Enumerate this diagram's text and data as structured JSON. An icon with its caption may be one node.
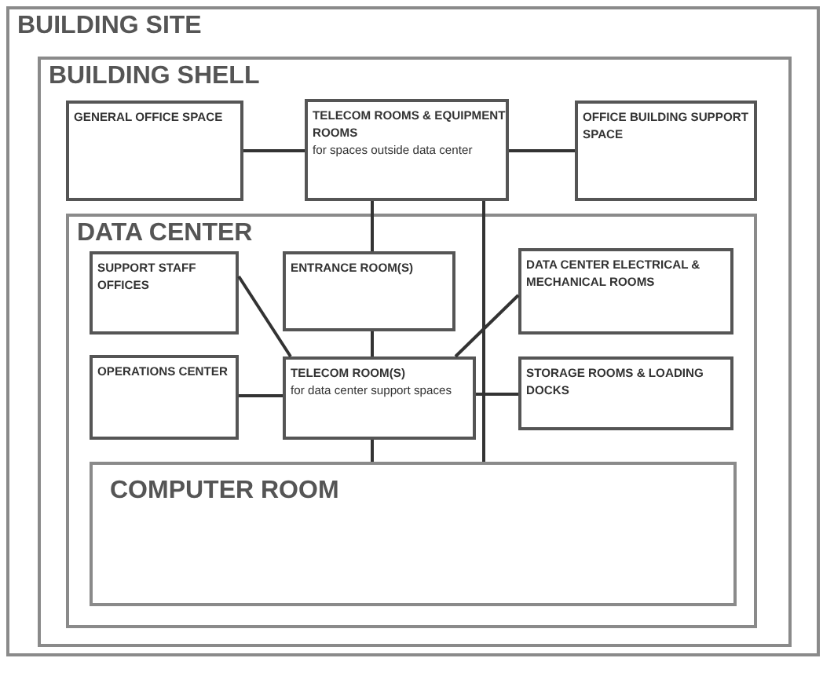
{
  "diagram": {
    "nodes": [
      {
        "text": [
          "BUILDING SITE"
        ]
      },
      {
        "text": [
          "BUILDING SHELL"
        ],
        "in": 0
      },
      {
        "text": [
          "GENERAL OFFICE SPACE"
        ],
        "in": 1
      },
      {
        "text": [
          "TELECOM ROOMS & EQUIPMENT ROOMS",
          "for spaces outside data center"
        ],
        "in": 1
      },
      {
        "text": [
          "OFFICE BUILDING SUPPORT SPACE"
        ],
        "in": 1
      },
      {
        "text": [
          "DATA CENTER"
        ],
        "in": 1
      },
      {
        "text": [
          "SUPPORT STAFF OFFICES"
        ],
        "in": 5
      },
      {
        "text": [
          "ENTRANCE ROOM(S)"
        ],
        "in": 5
      },
      {
        "text": [
          "DATA CENTER ELECTRICAL & MECHANICAL ROOMS"
        ],
        "in": 5
      },
      {
        "text": [
          "OPERATIONS CENTER"
        ],
        "in": 5
      },
      {
        "text": [
          "TELECOM ROOM(S)",
          "for data center support spaces"
        ],
        "in": 5
      },
      {
        "text": [
          "STORAGE ROOMS & LOADING DOCKS"
        ],
        "in": 5
      },
      {
        "text": [
          "COMPUTER ROOM"
        ],
        "in": 5
      }
    ],
    "edges": [
      {
        "from": 2,
        "to": 3,
        "arrow": "none"
      },
      {
        "from": 3,
        "to": 4,
        "arrow": "none"
      },
      {
        "from": 3,
        "to": 7,
        "arrow": "none"
      },
      {
        "from": 3,
        "to": 12,
        "arrow": "none"
      },
      {
        "from": 6,
        "to": 10,
        "arrow": "none"
      },
      {
        "from": 7,
        "to": 10,
        "arrow": "none"
      },
      {
        "from": 8,
        "to": 10,
        "arrow": "none"
      },
      {
        "from": 9,
        "to": 10,
        "arrow": "none"
      },
      {
        "from": 11,
        "to": 10,
        "arrow": "none"
      },
      {
        "from": 10,
        "to": 12,
        "arrow": "none"
      }
    ]
  }
}
